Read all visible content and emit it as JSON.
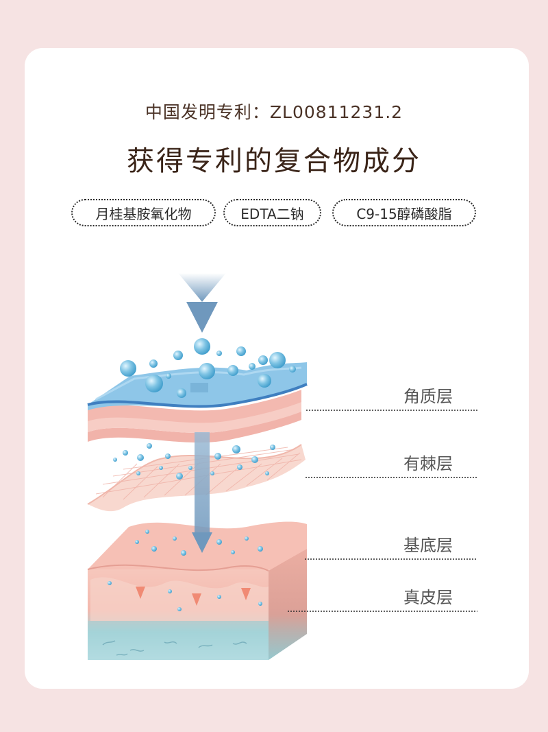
{
  "patent_number": "中国发明专利：ZL00811231.2",
  "headline": "获得专利的复合物成分",
  "ingredients": [
    "月桂基胺氧化物",
    "EDTA二钠",
    "C9-15醇磷酸脂"
  ],
  "skin_layers": [
    "角质层",
    "有棘层",
    "基底层",
    "真皮层"
  ]
}
